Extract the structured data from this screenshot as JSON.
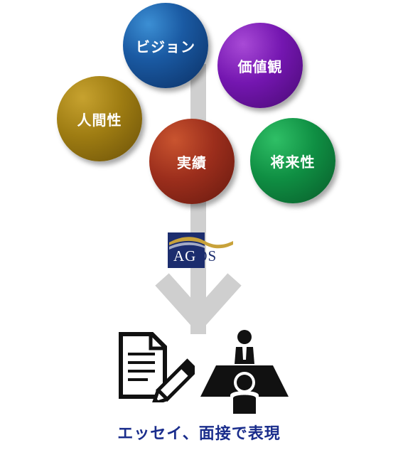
{
  "colors": {
    "flow_line": "#cfcfcf",
    "caption": "#1a2d8c",
    "agos_navy": "#1c2d6e",
    "agos_gold": "#c8a23a",
    "icon_black": "#111111"
  },
  "circles": [
    {
      "key": "vision",
      "label": "ビジョン",
      "color": "#1a5aa3"
    },
    {
      "key": "values",
      "label": "価値観",
      "color": "#7416b0"
    },
    {
      "key": "humanity",
      "label": "人間性",
      "color": "#9e7c12"
    },
    {
      "key": "results",
      "label": "実績",
      "color": "#9c2e1c"
    },
    {
      "key": "future",
      "label": "将来性",
      "color": "#0f8f43"
    }
  ],
  "logo": {
    "letters_white": "AG",
    "letters_navy": "OS"
  },
  "icons": {
    "document": "document-pen-icon",
    "interview": "interview-icon"
  },
  "caption": "エッセイ、面接で表現"
}
